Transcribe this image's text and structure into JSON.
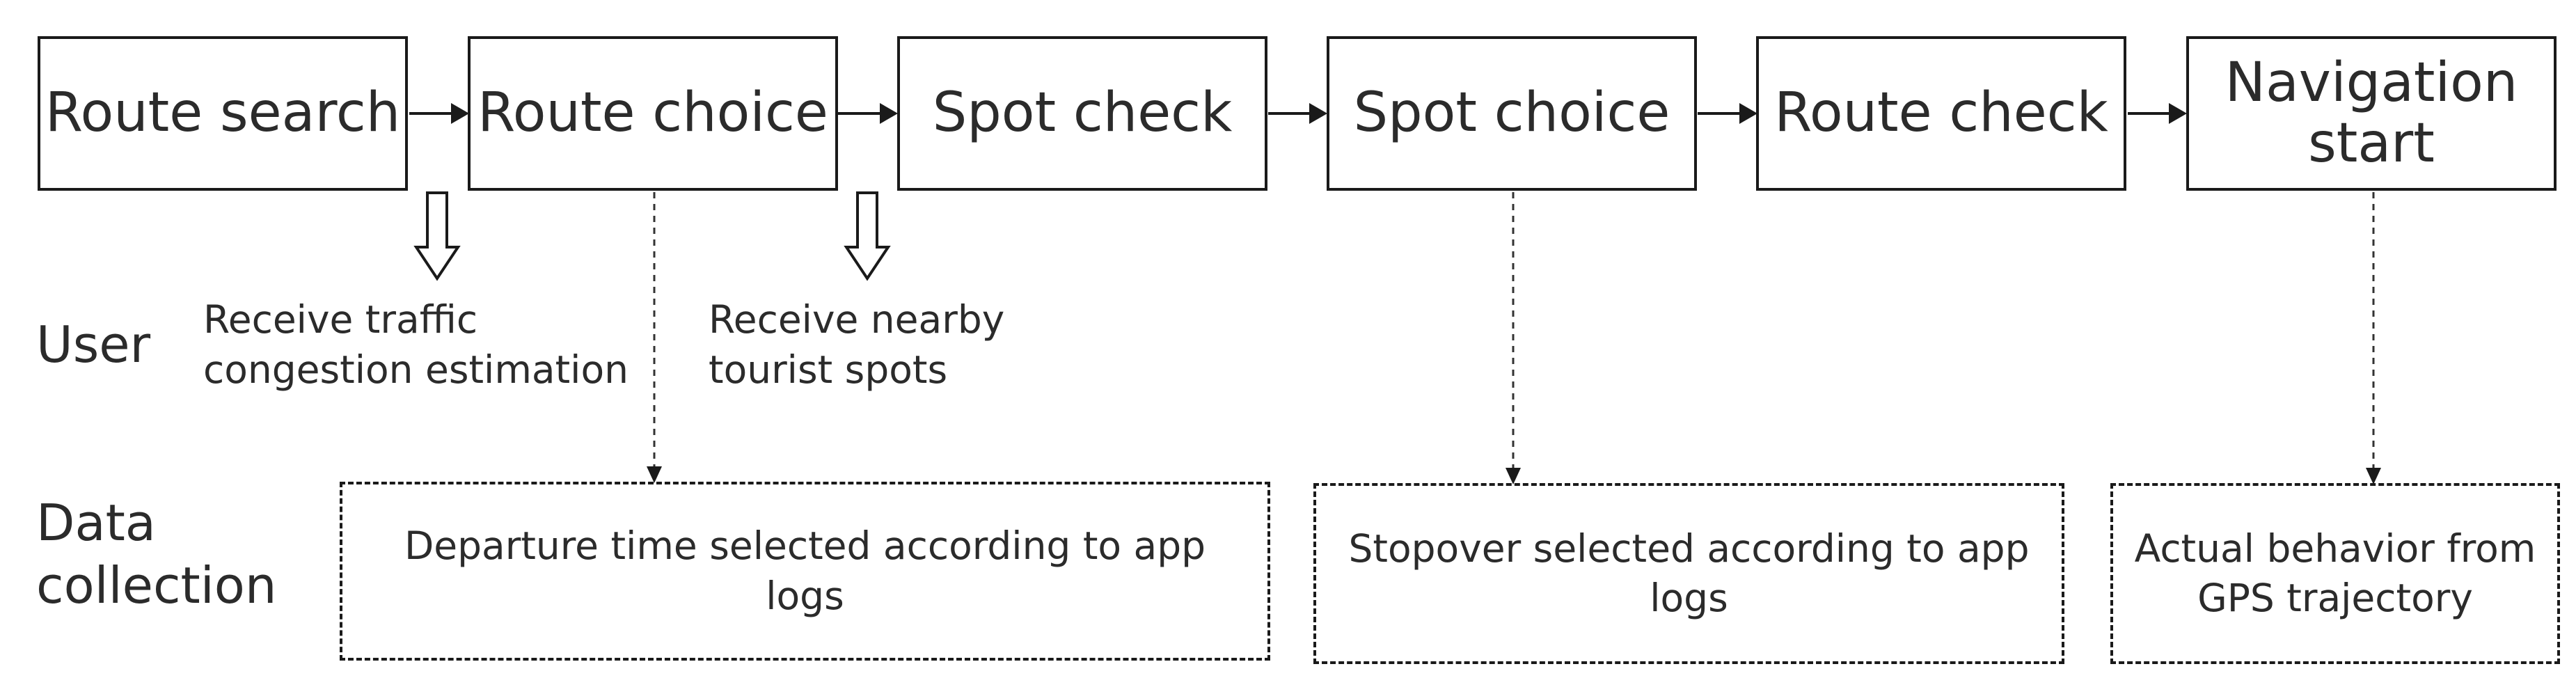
{
  "flow": {
    "steps": [
      "Route search",
      "Route choice",
      "Spot check",
      "Spot choice",
      "Route check",
      "Navigation\nstart"
    ]
  },
  "user": {
    "row_label": "User",
    "feedback": [
      {
        "text": "Receive traffic\ncongestion estimation"
      },
      {
        "text": "Receive nearby\ntourist spots"
      }
    ]
  },
  "data_collection": {
    "row_label": "Data\ncollection",
    "boxes": [
      {
        "text": "Departure time selected according to app logs"
      },
      {
        "text": "Stopover selected according to app logs"
      },
      {
        "text": "Actual behavior from GPS trajectory"
      }
    ]
  }
}
